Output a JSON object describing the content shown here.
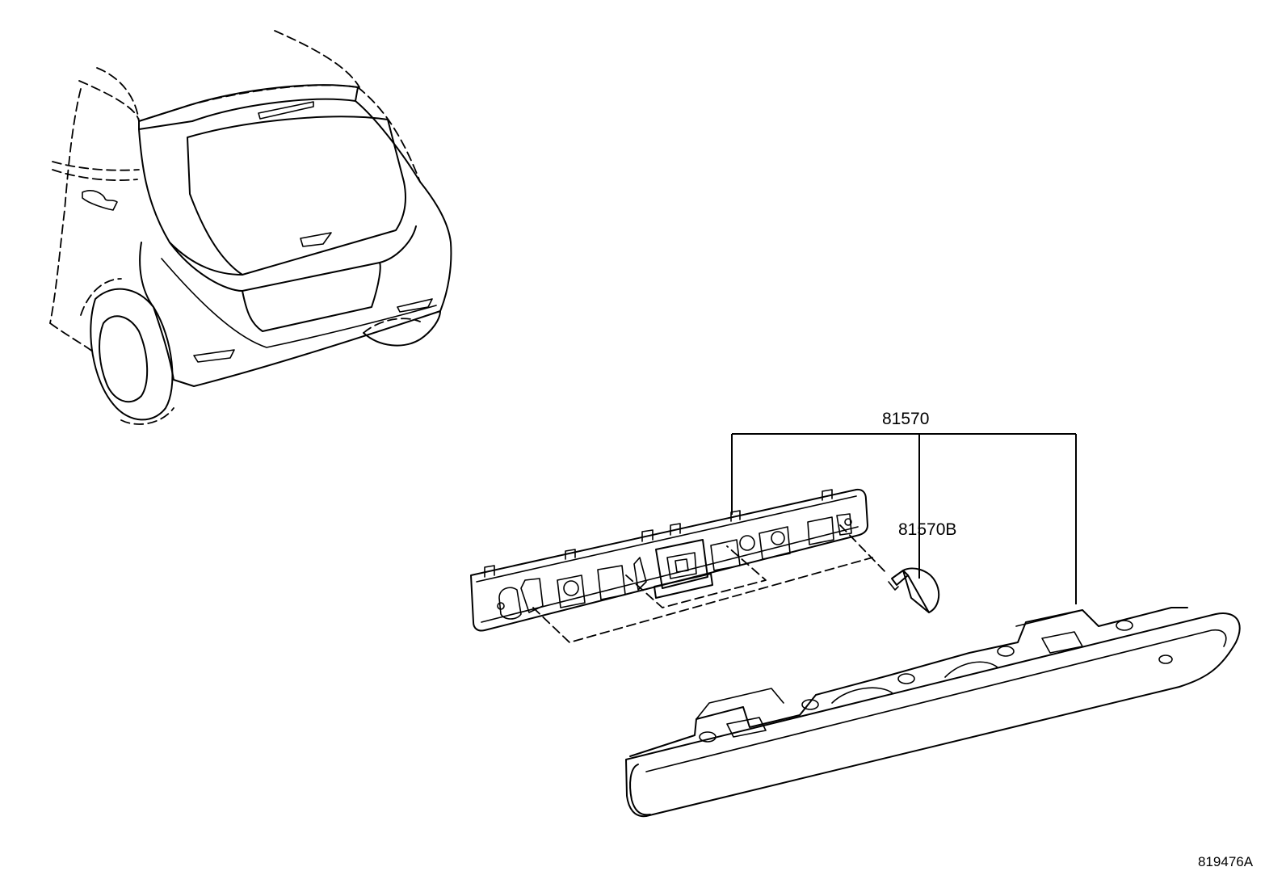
{
  "parts": {
    "assembly_number": "81570",
    "bulb_number": "81570B"
  },
  "illustration_id": "819476A",
  "icons": {
    "vehicle": "vehicle-rear-view-icon",
    "socket_housing": "lamp-socket-housing-icon",
    "bulb": "wedge-bulb-icon",
    "lens": "stop-lamp-lens-icon"
  }
}
